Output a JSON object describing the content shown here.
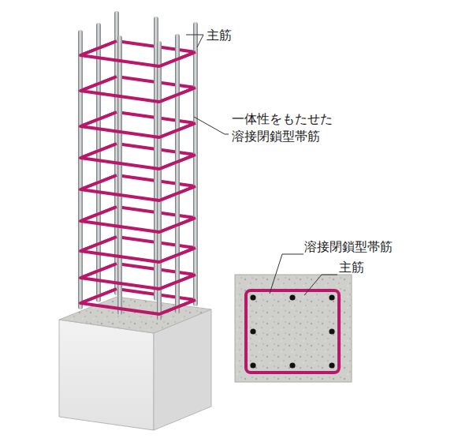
{
  "diagram": {
    "labels": [
      "主筋",
      "一体性をもたせた 溶接閉鎖型帯筋",
      "溶接閉鎖型帯筋",
      "主筋"
    ]
  }
}
